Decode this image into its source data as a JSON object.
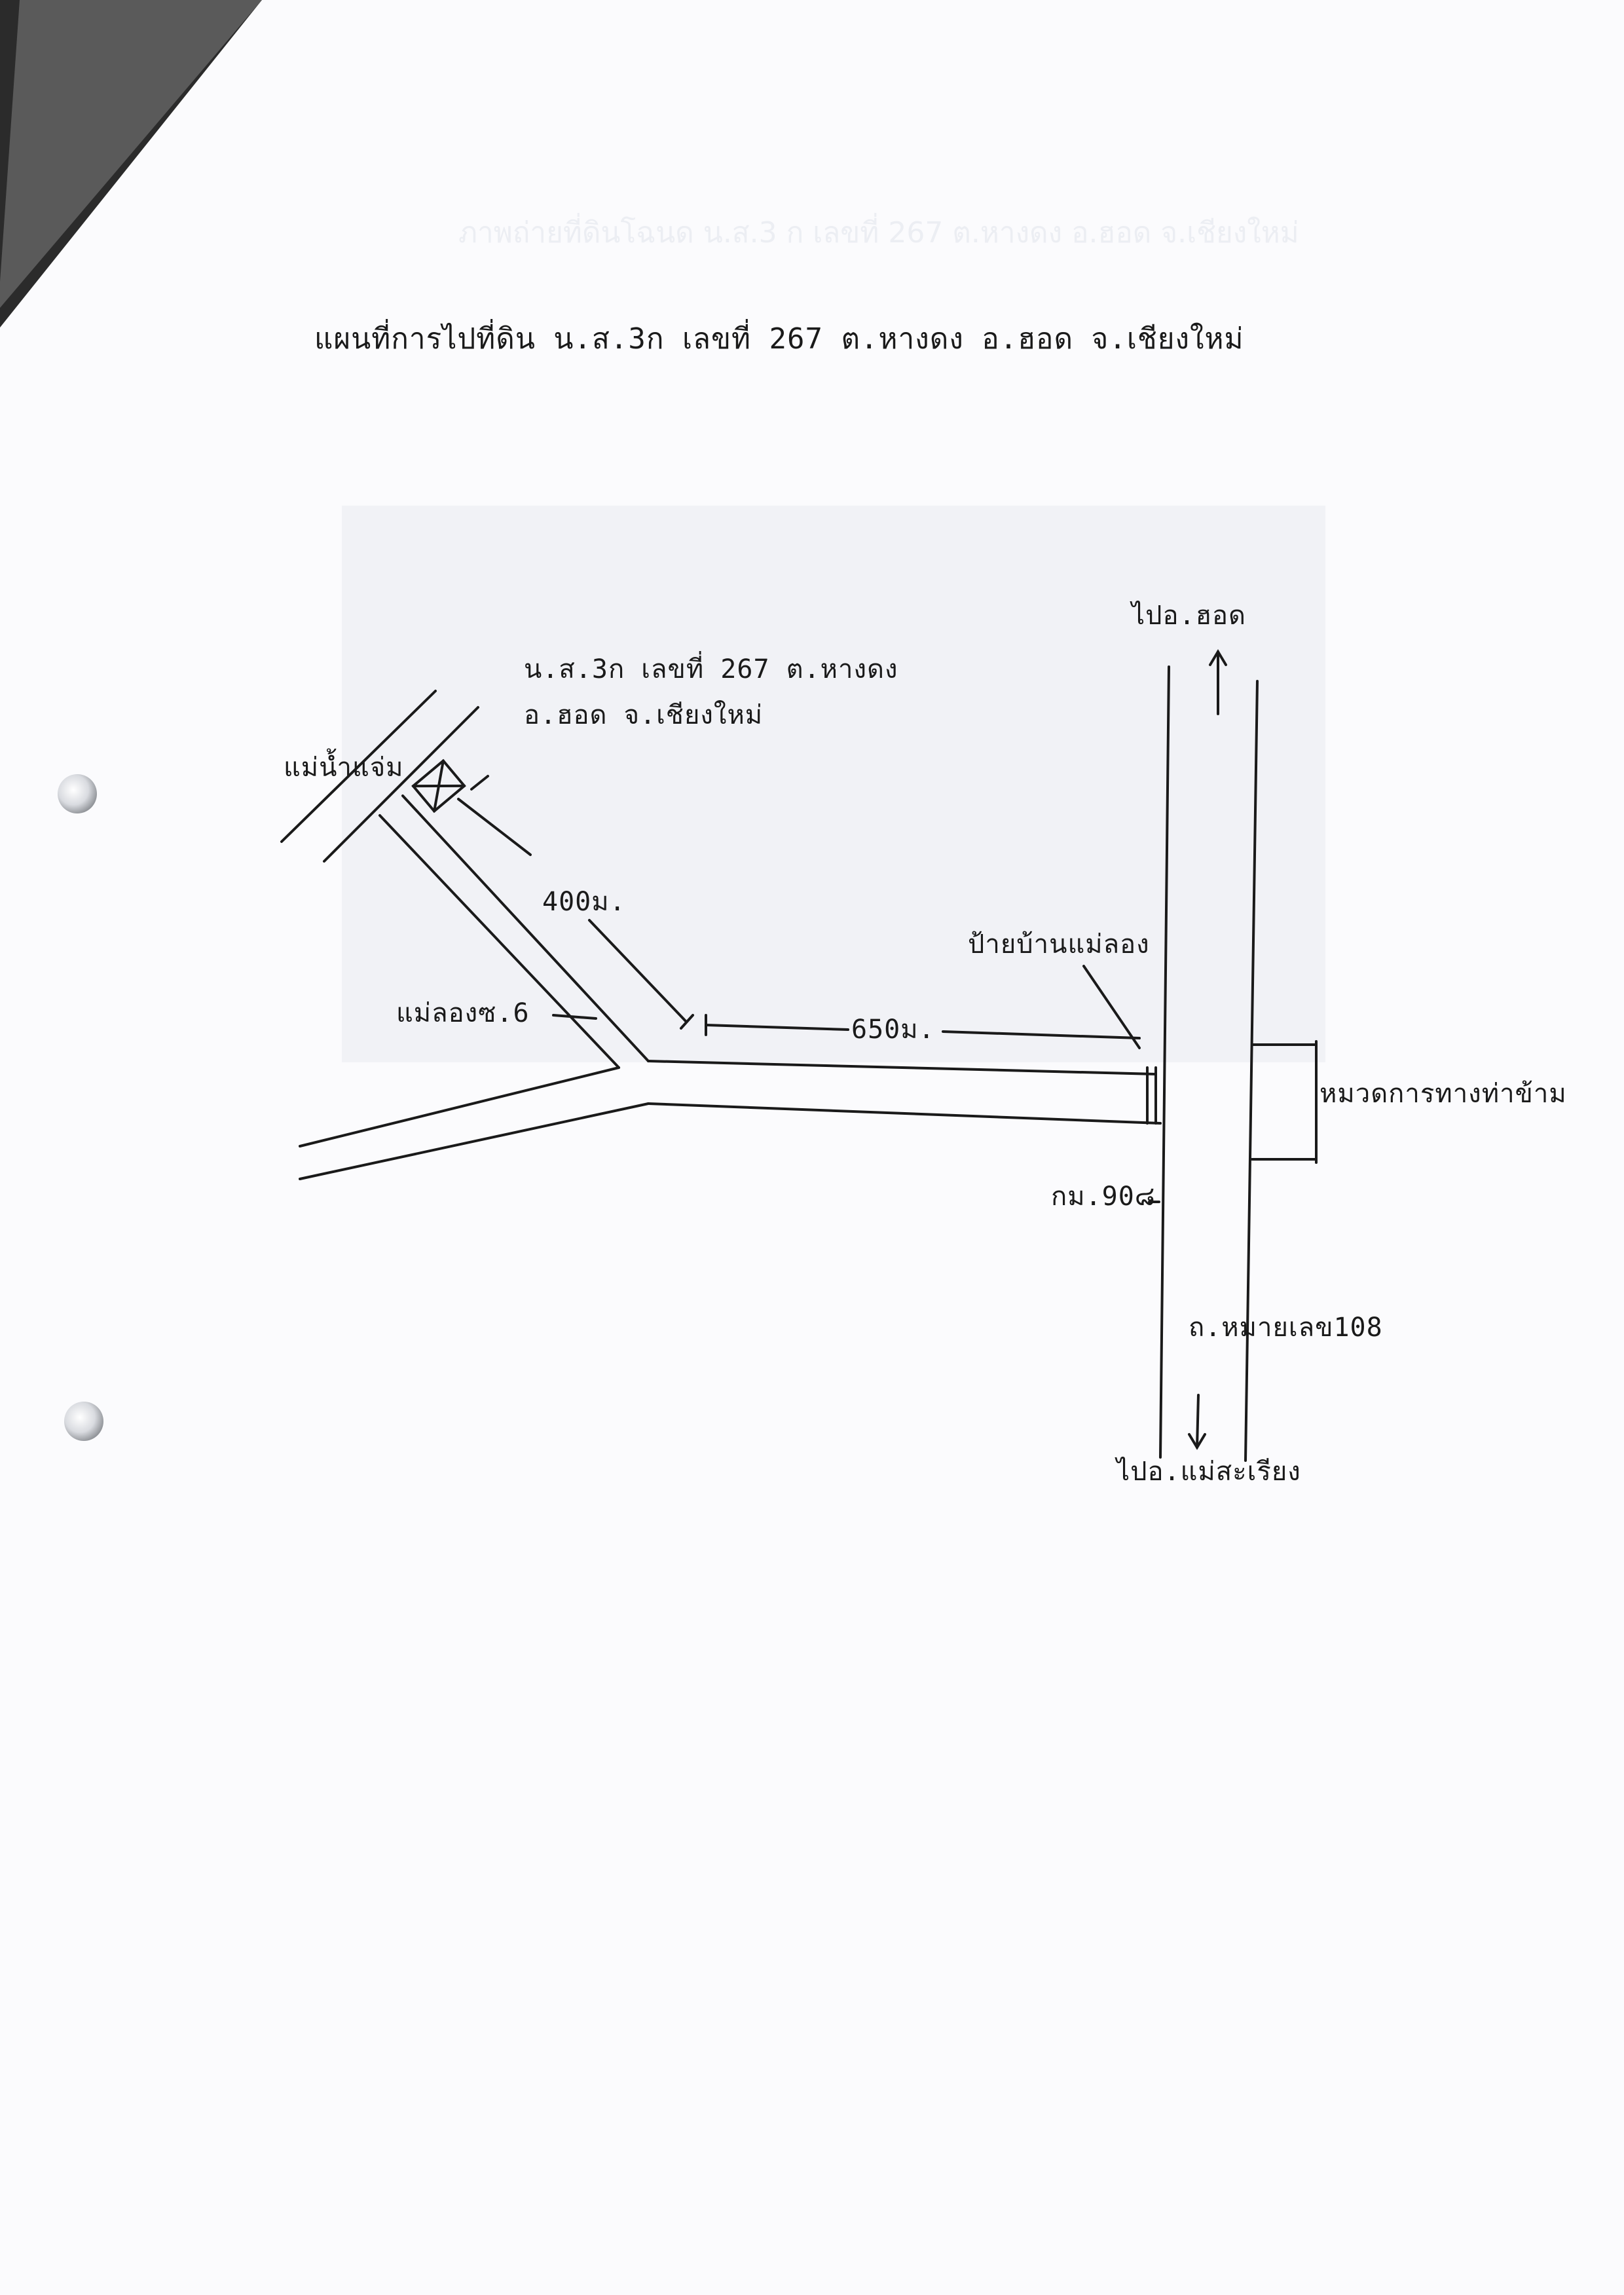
{
  "faint_heading": "ภาพถ่ายที่ดินโฉนด น.ส.3 ก เลขที่ 267 ต.หางดง อ.ฮอด จ.เชียงใหม่",
  "title": "แผนที่การไปที่ดิน น.ส.3ก เลขที่ 267 ต.หางดง อ.ฮอด จ.เชียงใหม่",
  "labels": {
    "parcel_line1": "น.ส.3ก เลขที่ 267 ต.หางดง",
    "parcel_line2": "อ.ฮอด จ.เชียงใหม่",
    "river": "แม่น้ำแจ่ม",
    "dist_400": "400ม.",
    "dist_650": "650ม.",
    "soi": "แม่ลองซ.6",
    "village_sign": "ป้ายบ้านแม่ลอง",
    "to_hot": "ไปอ.ฮอด",
    "highway_unit": "หมวดการทางท่าข้าม",
    "km_marker": "กม.90๘",
    "highway_name": "ถ.หมายเลข108",
    "to_mae_sariang": "ไปอ.แม่สะเรียง"
  },
  "colors": {
    "ink": "#1a1a1a",
    "paper": "#fbfbfd",
    "ghost": "#f1f2f6"
  }
}
